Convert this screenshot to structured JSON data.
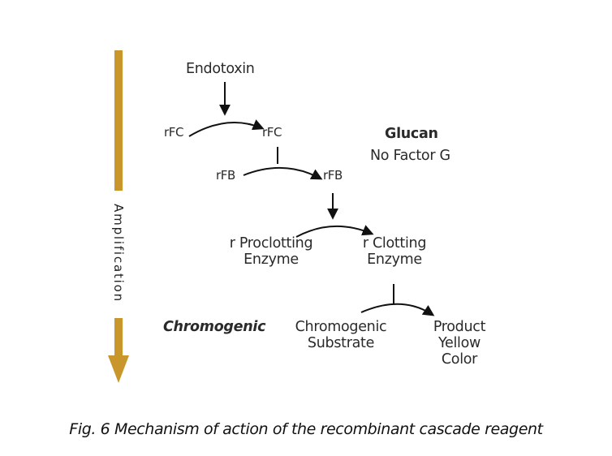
{
  "diagram": {
    "nodes": {
      "endotoxin": "Endotoxin",
      "rfc_left": "rFC",
      "rfc_right": "rFC",
      "rfb_left": "rFB",
      "rfb_right": "rFB",
      "proclotting_line1": "r Proclotting",
      "proclotting_line2": "Enzyme",
      "clotting_line1": "r Clotting",
      "clotting_line2": "Enzyme",
      "glucan": "Glucan",
      "no_factor_g": "No Factor G",
      "chromogenic_bold": "Chromogenic",
      "substrate_line1": "Chromogenic",
      "substrate_line2": "Substrate",
      "product_line1": "Product",
      "product_line2": "Yellow",
      "product_line3": "Color"
    },
    "amplification_label": "Amplification",
    "colors": {
      "amplification_arrow": "#C9962C",
      "arrows": "#111111",
      "text": "#2a2a2a"
    }
  },
  "caption": "Fig. 6 Mechanism of action of the recombinant cascade reagent"
}
